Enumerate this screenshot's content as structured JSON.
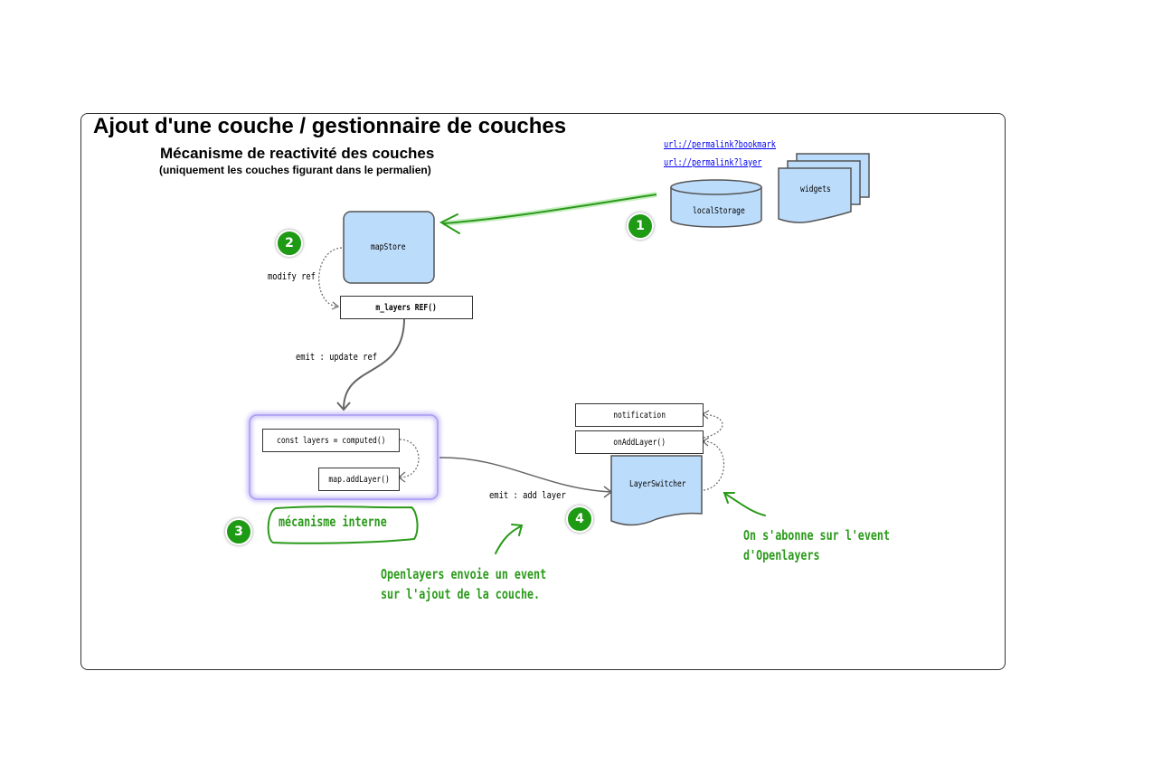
{
  "title": "Ajout d'une couche / gestionnaire de couches",
  "subtitle": "Mécanisme de reactivité des couches",
  "subnote": "(uniquement les couches figurant dans le permalien)",
  "sources": {
    "link_bookmark": "url://permalink?bookmark",
    "link_layer": "url://permalink?layer",
    "local_storage": "localStorage",
    "widgets": "widgets"
  },
  "nodes": {
    "map_store": "mapStore",
    "m_layers": "m_layers REF()",
    "const_layers": "const layers = computed()",
    "map_add_layer": "map.addLayer()",
    "notification": "notification",
    "on_add_layer": "onAddLayer()",
    "layer_switcher": "LayerSwitcher"
  },
  "edge_labels": {
    "modify_ref": "modify ref",
    "emit_update_ref": "emit : update ref",
    "emit_add_layer": "emit : add layer"
  },
  "annotations": {
    "internal": "mécanisme interne",
    "ol_event_line1": "Openlayers envoie un event",
    "ol_event_line2": "sur l'ajout de la couche.",
    "subscribe_line1": "On s'abonne sur l'event",
    "subscribe_line2": "d'Openlayers"
  },
  "badges": [
    "1",
    "2",
    "3",
    "4"
  ],
  "colors": {
    "accent_green": "#1e9a14",
    "store_fill": "#bcdcfb",
    "computed_glow": "#8f7ff0"
  }
}
